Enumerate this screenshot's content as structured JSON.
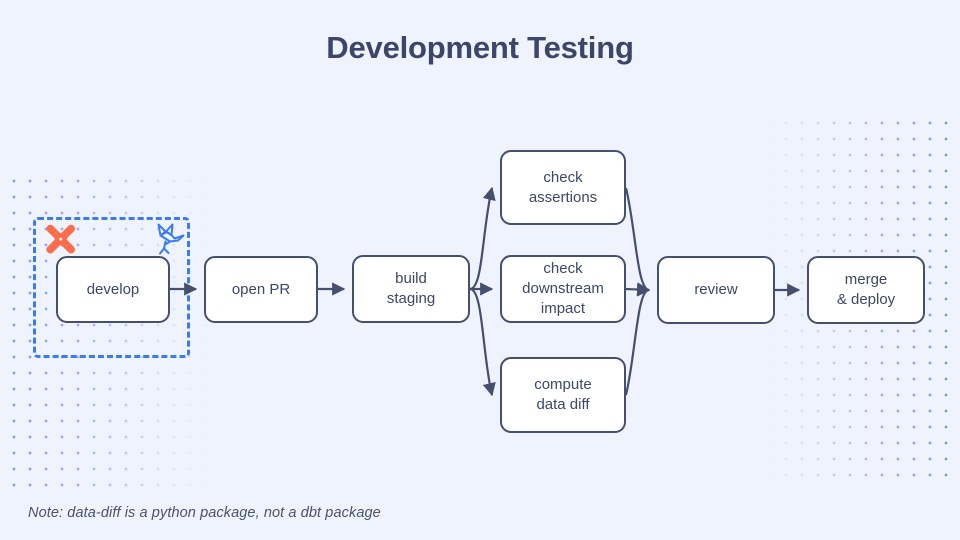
{
  "title": "Development Testing",
  "footnote": "Note: data-diff is a python package, not a dbt package",
  "colors": {
    "background": "#eff3fd",
    "node_border": "#454f6e",
    "node_fill": "#ffffff",
    "text": "#3d4766",
    "title": "#3b4668",
    "highlight_dashed": "#3b7bf2",
    "dots": "#5b7ff0",
    "dbt_orange": "#fc6d4c",
    "datafold_blue": "#3b7bf2",
    "connector": "#454f6e"
  },
  "diagram": {
    "type": "flowchart",
    "nodes": [
      {
        "id": "develop",
        "label": "develop"
      },
      {
        "id": "open-pr",
        "label": "open PR"
      },
      {
        "id": "build-staging",
        "label": "build\nstaging"
      },
      {
        "id": "check-assertions",
        "label": "check\nassertions"
      },
      {
        "id": "check-downstream",
        "label": "check\ndownstream\nimpact"
      },
      {
        "id": "compute-data-diff",
        "label": "compute\ndata diff"
      },
      {
        "id": "review",
        "label": "review"
      },
      {
        "id": "merge-deploy",
        "label": "merge\n& deploy"
      }
    ],
    "edges": [
      {
        "from": "develop",
        "to": "open-pr"
      },
      {
        "from": "open-pr",
        "to": "build-staging"
      },
      {
        "from": "build-staging",
        "to": "check-assertions"
      },
      {
        "from": "build-staging",
        "to": "check-downstream"
      },
      {
        "from": "build-staging",
        "to": "compute-data-diff"
      },
      {
        "from": "check-assertions",
        "to": "review"
      },
      {
        "from": "check-downstream",
        "to": "review"
      },
      {
        "from": "compute-data-diff",
        "to": "review"
      },
      {
        "from": "review",
        "to": "merge-deploy"
      }
    ],
    "highlight": {
      "around": "develop",
      "style": "dashed"
    },
    "icons": [
      {
        "id": "dbt-icon",
        "near": "develop"
      },
      {
        "id": "datafold-icon",
        "near": "develop"
      }
    ]
  }
}
